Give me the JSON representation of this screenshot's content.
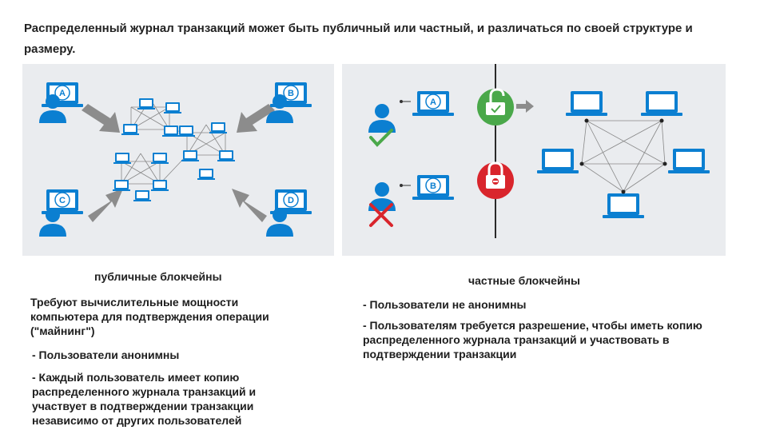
{
  "heading": "Распределенный журнал транзакций может быть публичный или частный, и различаться по своей структуре и размеру.",
  "colors": {
    "blue": "#0b7fd1",
    "panel": "#eaecef",
    "green": "#4aa84a",
    "red": "#d9252c",
    "arrow": "#8c8c8c"
  },
  "public": {
    "caption": "публичные блокчейны",
    "users": [
      "A",
      "B",
      "C",
      "D"
    ],
    "points": [
      "Требуют вычислительные мощности компьютера для подтверждения операции (\"майнинг\")",
      "- Пользователи анонимны",
      "- Каждый пользователь имеет копию распределенного журнала транзакций и участвует в подтверждении транзакции независимо от других пользователей"
    ]
  },
  "private": {
    "caption": "частные блокчейны",
    "users": [
      "A",
      "B"
    ],
    "points": [
      "- Пользователи не анонимны",
      "- Пользователям требуется разрешение, чтобы иметь копию распределенного журнала транзакций и участвовать в подтверждении транзакции"
    ]
  }
}
